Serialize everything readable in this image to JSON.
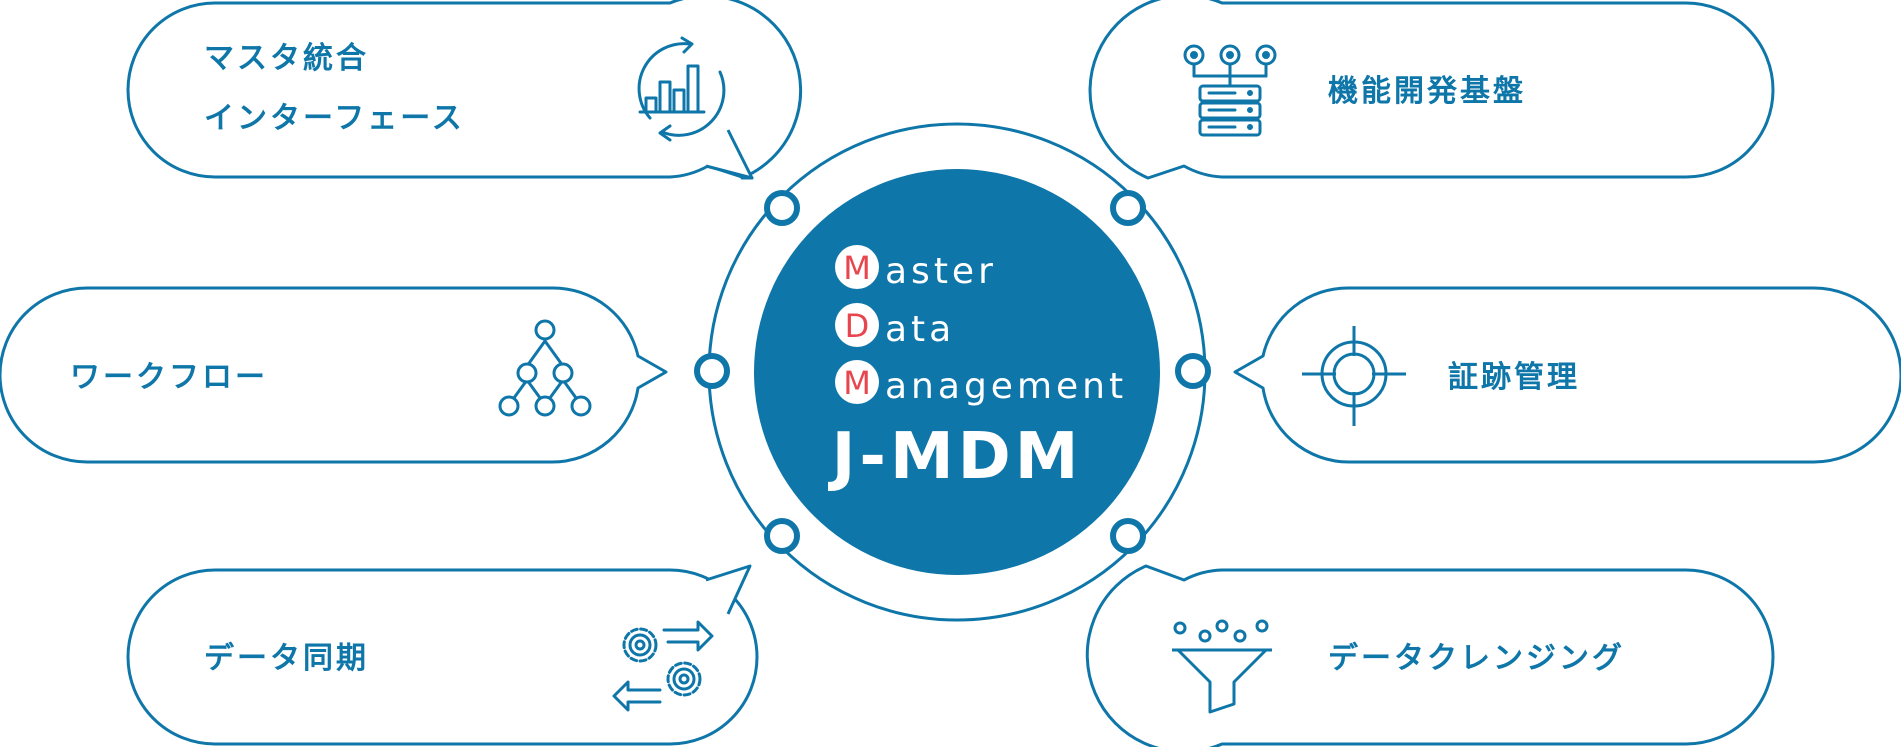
{
  "colors": {
    "primary": "#0e76a8",
    "accent": "#e8464f",
    "background": "#ffffff"
  },
  "center": {
    "line1_letter": "M",
    "line1_rest": "aster",
    "line2_letter": "D",
    "line2_rest": "ata",
    "line3_letter": "M",
    "line3_rest": "anagement",
    "product_name": "J-MDM"
  },
  "features": {
    "master_integration_line1": "マスタ統合",
    "master_integration_line2": "インターフェース",
    "workflow": "ワークフロー",
    "data_sync": "データ同期",
    "function_platform": "機能開発基盤",
    "audit_trail": "証跡管理",
    "data_cleansing": "データクレンジング"
  },
  "icons": {
    "master_integration": "bar-chart-refresh-icon",
    "workflow": "hierarchy-network-icon",
    "data_sync": "gears-arrows-icon",
    "function_platform": "server-network-icon",
    "audit_trail": "crosshair-target-icon",
    "data_cleansing": "funnel-filter-icon"
  }
}
